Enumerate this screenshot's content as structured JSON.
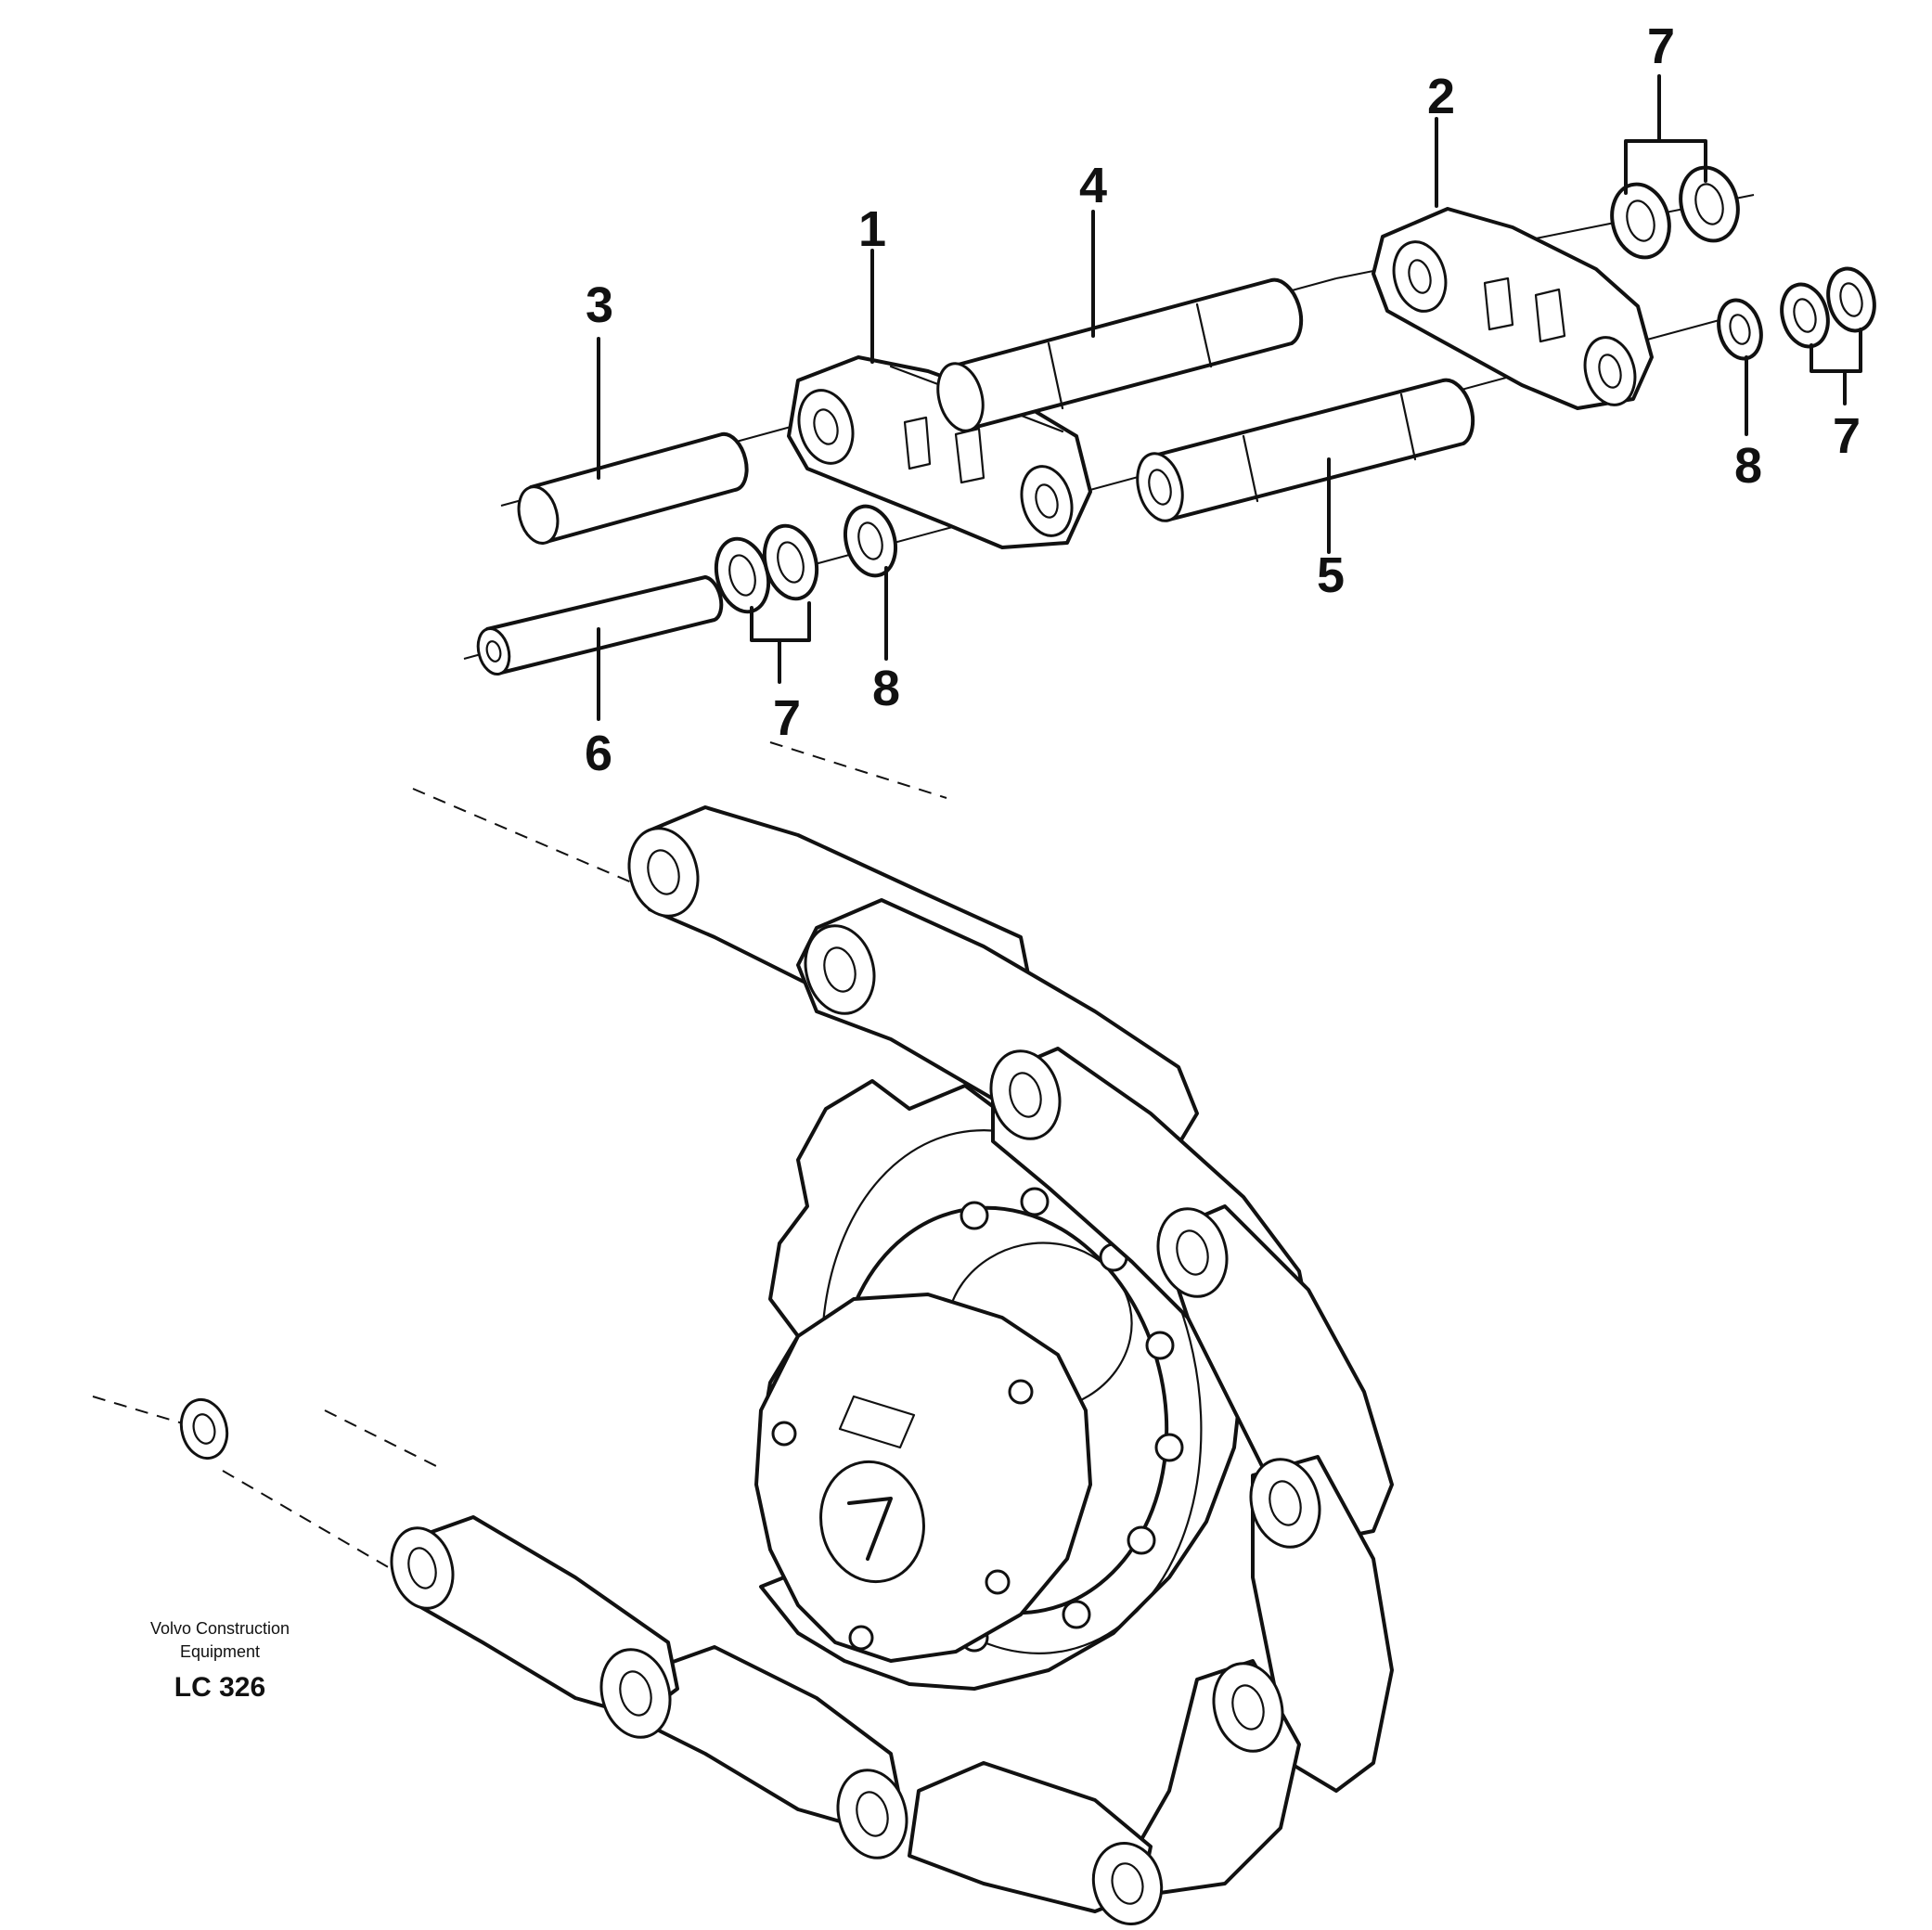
{
  "diagram": {
    "callouts": [
      "1",
      "2",
      "3",
      "4",
      "5",
      "6",
      "7",
      "7",
      "7",
      "8",
      "8"
    ],
    "credit": {
      "line1": "Volvo Construction",
      "line2": "Equipment",
      "code": "LC 326"
    }
  }
}
